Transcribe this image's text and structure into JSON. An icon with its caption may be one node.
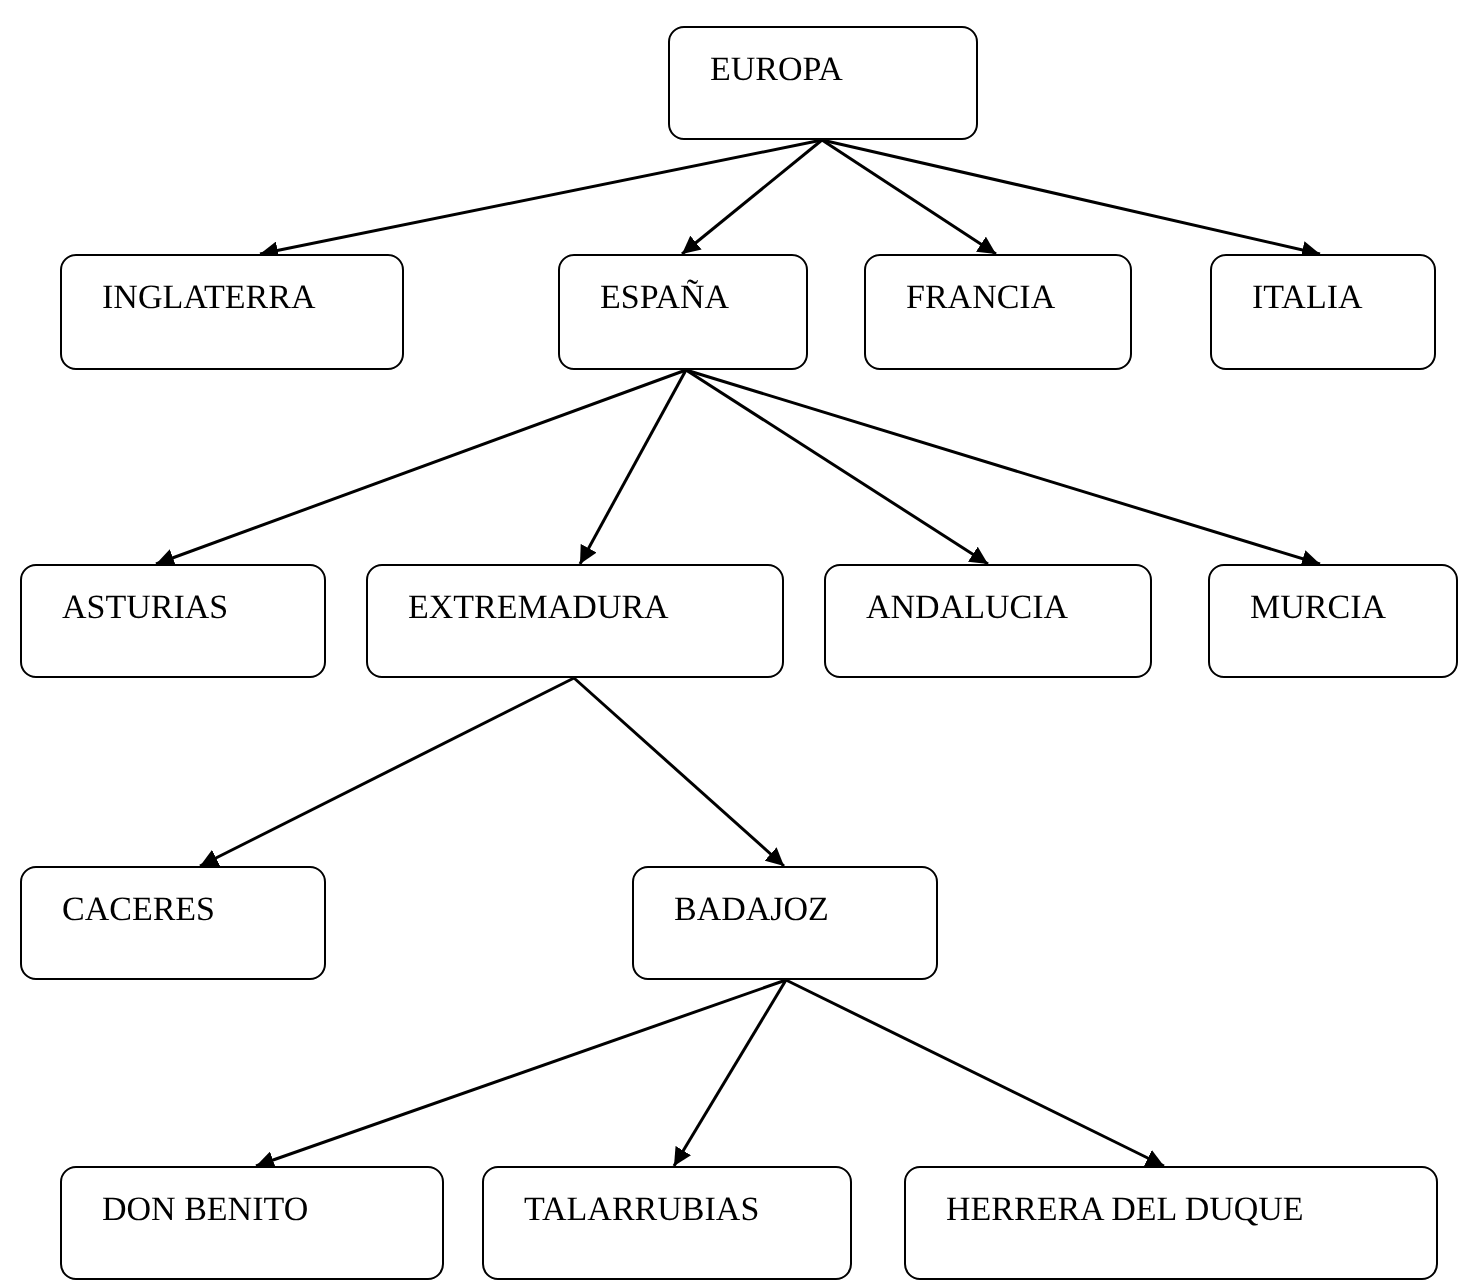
{
  "diagram": {
    "nodes": [
      {
        "text": [
          "EUROPA"
        ]
      },
      {
        "text": [
          "INGLATERRA"
        ]
      },
      {
        "text": [
          "ESPAÑA"
        ]
      },
      {
        "text": [
          "FRANCIA"
        ]
      },
      {
        "text": [
          "ITALIA"
        ]
      },
      {
        "text": [
          "ASTURIAS"
        ]
      },
      {
        "text": [
          "EXTREMADURA"
        ]
      },
      {
        "text": [
          "ANDALUCIA"
        ]
      },
      {
        "text": [
          "MURCIA"
        ]
      },
      {
        "text": [
          "CACERES"
        ]
      },
      {
        "text": [
          "BADAJOZ"
        ]
      },
      {
        "text": [
          "DON BENITO"
        ]
      },
      {
        "text": [
          "TALARRUBIAS"
        ]
      },
      {
        "text": [
          "HERRERA DEL DUQUE"
        ]
      }
    ],
    "edges": [
      {
        "from": 0,
        "to": 1,
        "arrow": "to"
      },
      {
        "from": 0,
        "to": 2,
        "arrow": "to"
      },
      {
        "from": 0,
        "to": 3,
        "arrow": "to"
      },
      {
        "from": 0,
        "to": 4,
        "arrow": "to"
      },
      {
        "from": 2,
        "to": 5,
        "arrow": "to"
      },
      {
        "from": 2,
        "to": 6,
        "arrow": "to"
      },
      {
        "from": 2,
        "to": 7,
        "arrow": "to"
      },
      {
        "from": 2,
        "to": 8,
        "arrow": "to"
      },
      {
        "from": 6,
        "to": 9,
        "arrow": "to"
      },
      {
        "from": 6,
        "to": 10,
        "arrow": "to"
      },
      {
        "from": 10,
        "to": 11,
        "arrow": "to"
      },
      {
        "from": 10,
        "to": 12,
        "arrow": "to"
      },
      {
        "from": 10,
        "to": 13,
        "arrow": "to"
      }
    ]
  }
}
